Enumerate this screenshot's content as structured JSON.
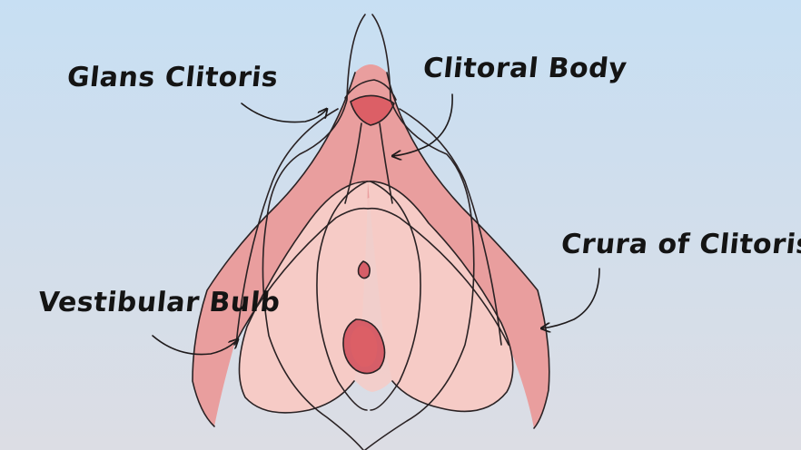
{
  "labels": {
    "glans": "Glans Clitoris",
    "body": "Clitoral Body",
    "crura": "Crura of Clitoris",
    "bulb": "Vestibular Bulb"
  },
  "colors": {
    "background_top": "#c7dff3",
    "background_bottom": "#dcdde4",
    "crura_fill": "#e99e9e",
    "bulb_fill": "#f6cbc6",
    "glans_fill": "#dc5f66",
    "opening_fill": "#d65e68",
    "outline": "#2a2224"
  }
}
